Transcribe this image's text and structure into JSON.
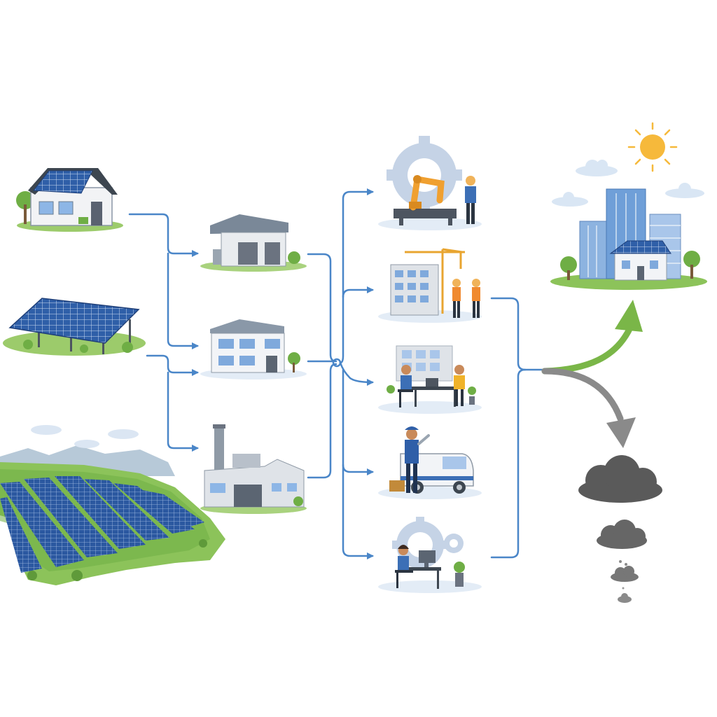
{
  "diagram": {
    "sources": [
      {
        "id": "rooftop-solar-home",
        "icon": "rooftop-solar-house-icon"
      },
      {
        "id": "ground-mounted-array",
        "icon": "ground-solar-panel-icon"
      },
      {
        "id": "utility-solar-farm",
        "icon": "solar-farm-icon"
      }
    ],
    "facilities": [
      {
        "id": "warehouse",
        "icon": "warehouse-icon"
      },
      {
        "id": "office-building",
        "icon": "office-building-icon"
      },
      {
        "id": "factory",
        "icon": "factory-icon"
      }
    ],
    "activities": [
      {
        "id": "automated-manufacturing",
        "icon": "robot-arm-gear-icon"
      },
      {
        "id": "construction",
        "icon": "construction-crane-icon"
      },
      {
        "id": "office-work",
        "icon": "office-workers-icon"
      },
      {
        "id": "service-maintenance",
        "icon": "service-van-technician-icon"
      },
      {
        "id": "engineering-design",
        "icon": "engineer-gear-desk-icon"
      }
    ],
    "outcomes": [
      {
        "id": "clean-city",
        "icon": "sunny-city-icon",
        "direction": "up"
      },
      {
        "id": "reduced-pollution",
        "icon": "dissipating-smoke-clouds-icon",
        "direction": "down"
      }
    ],
    "colors": {
      "connector": "#4a86c8",
      "panel": "#2f5fa8",
      "grass": "#8cc35a",
      "positive_arrow": "#7ab648",
      "negative_arrow": "#8a8a8a",
      "sun": "#f6b93b",
      "cloud": "#5a5a5a"
    }
  }
}
